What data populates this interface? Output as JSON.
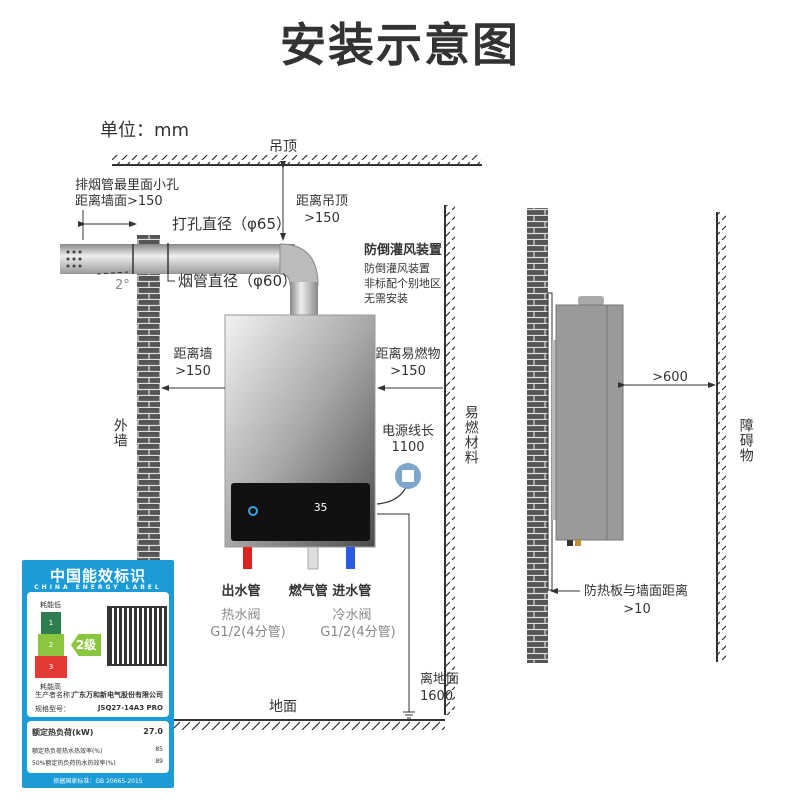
{
  "title": "安装示意图",
  "unit": "单位：mm",
  "front_view": {
    "ceiling": "吊顶",
    "floor": "地面",
    "outer_wall": "外墙",
    "flammable_material": "易燃材料",
    "flue_hole_distance": [
      "排烟管最里面小孔",
      "距离墙面>150"
    ],
    "hole_diameter": "打孔直径（φ65）",
    "pipe_diameter": "烟管直径（φ60）",
    "slope": "2°",
    "ceiling_distance": [
      "距离吊顶",
      ">150"
    ],
    "anti_backdraft": {
      "title": "防倒灌风装置",
      "lines": [
        "防倒灌风装置",
        "非标配个别地区",
        "无需安装"
      ]
    },
    "wall_distance": [
      "距离墙",
      ">150"
    ],
    "flammable_distance": [
      "距离易燃物",
      ">150"
    ],
    "power_cord": [
      "电源线长",
      "1100"
    ],
    "floor_height": [
      "离地面",
      "1600"
    ],
    "display_temp": "35",
    "outlet_pipe": {
      "name": "出水管",
      "valve": "热水阀",
      "size": "G1/2(4分管)"
    },
    "gas_inlet_pipe": {
      "name": "燃气管 进水管",
      "valve": "冷水阀",
      "size": "G1/2(4分管)"
    }
  },
  "side_view": {
    "clearance": ">600",
    "obstacle": "障碍物",
    "heat_shield": [
      "防热板与墙面距离",
      ">10"
    ]
  },
  "energy_label": {
    "title_cn": "中国能效标识",
    "title_en": "CHINA ENERGY LABEL",
    "low": "耗能低",
    "high": "耗能高",
    "grades": [
      "1",
      "2",
      "3"
    ],
    "grade_colors": [
      "#2e7d4f",
      "#8cc63f",
      "#e53935"
    ],
    "current_grade": "2级",
    "manufacturer_label": "生产者名称：",
    "manufacturer": "广东万和新电气股份有限公司",
    "model_label": "规格型号：",
    "model": "JSQ27-14A3 PRO",
    "rated_load_label": "额定热负荷(kW)",
    "rated_load": "27.0",
    "eff1_label": "额定热负荷热水热效率(%)",
    "eff1": "85",
    "eff2_label": "50%额定热负荷热水热效率(%)",
    "eff2": "89",
    "standard": "依据国家标准：GB 20665-2015",
    "brand_color": "#1b9bd7"
  }
}
